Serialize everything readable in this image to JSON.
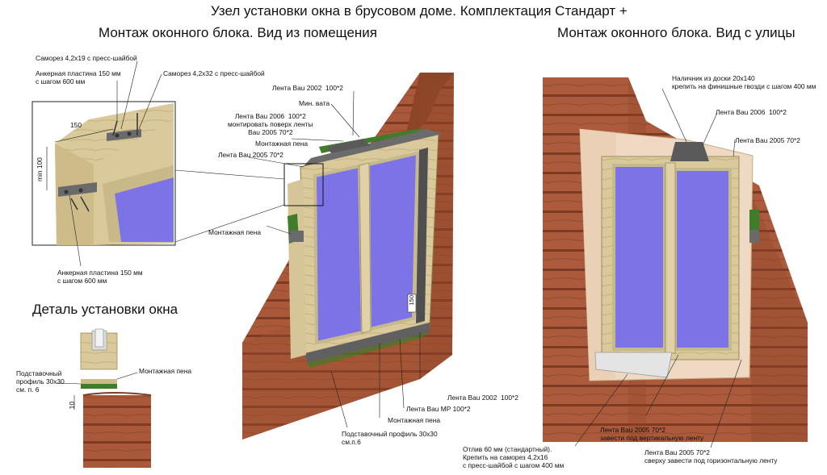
{
  "title": "Узел установки окна в брусовом доме. Комплектация Стандарт +",
  "views": {
    "inside_title": "Монтаж оконного блока. Вид из помещения",
    "outside_title": "Монтаж оконного блока. Вид с улицы",
    "detail_title": "Деталь установки окна"
  },
  "inset": {
    "dim_width": "150",
    "dim_height": "min 100"
  },
  "inside_labels": {
    "screw_small": "Саморез 4,2х19 с пресс-шайбой",
    "anchor_top": "Анкерная пластина 150 мм\nс шагом 600 мм",
    "screw_large": "Саморез 4,2х32 с пресс-шайбой",
    "tape_2002_top": "Лента Bau 2002  100*2",
    "min_wool": "Мин. вата",
    "tape_2006": "Лента Bau 2006  100*2\nмонтировать поверх ленты\nBau 2005 70*2",
    "foam_top": "Монтажная пена",
    "tape_2005": "Лента Bau 2005 70*2",
    "foam_left": "Монтажная пена",
    "anchor_bottom": "Анкерная пластина 150 мм\nс шагом 600 мм",
    "tape_2002_bottom": "Лента Bau 2002  100*2",
    "tape_mp": "Лента Bau МР 100*2",
    "foam_bottom": "Монтажная пена",
    "sub_profile": "Подставочный профиль 30х30\nсм.п.6",
    "dim_150": "150"
  },
  "detail_labels": {
    "sub_profile": "Подставочный\nпрофиль 30х30\nсм. п. 6",
    "foam": "Монтажная пена",
    "dim_10": "10"
  },
  "outside_labels": {
    "casing": "Наличник из доски 20х140\nкрепить на финишные гвозди с шагом 400 мм",
    "tape_2006": "Лента Bau 2006  100*2",
    "tape_2005": "Лента Bau 2005 70*2",
    "drip": "Отлив 60 мм (стандартный).\nКрепить на саморез 4,2х16\nс пресс-шайбой с шагом 400 мм",
    "tape_2005_vertical": "Лента Bau 2005 70*2\nзавести под вертикальную ленту",
    "tape_2005_horizontal": "Лента Bau 2005 70*2\nсверху завести под горизонтальную ленту"
  },
  "colors": {
    "timber": "#a9583a",
    "timber_dark": "#7e3a22",
    "frame": "#d8c898",
    "glass": "#7c74e6",
    "casing": "#efd9c2",
    "foam": "#3f7d2a"
  }
}
